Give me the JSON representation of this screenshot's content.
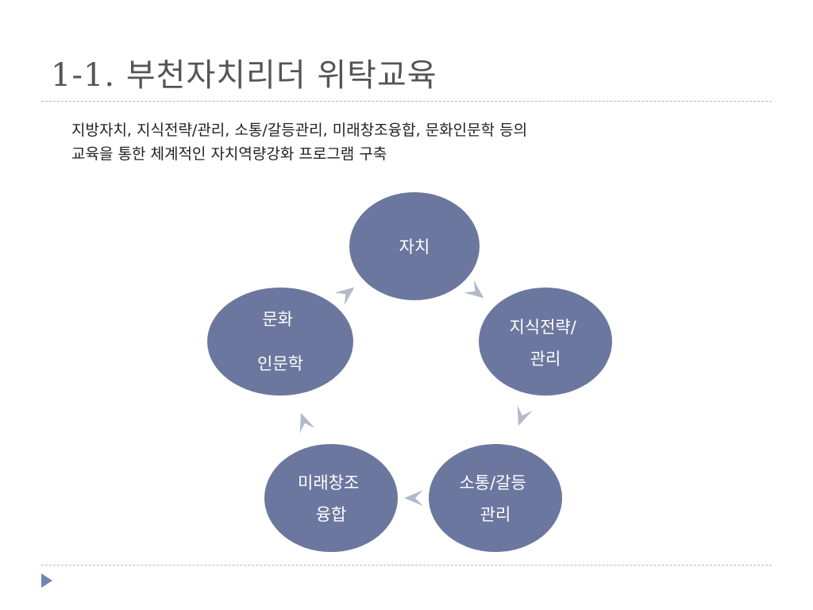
{
  "slide": {
    "title": "1-1. 부천자치리더 위탁교육",
    "subtitle_lines": [
      "지방자치, 지식전략/관리, 소통/갈등관리, 미래창조융합, 문화인문학 등의",
      "교육을 통한 체계적인 자치역량강화 프로그램 구축"
    ]
  },
  "diagram": {
    "type": "cycle",
    "node_color": "#6c779f",
    "arrow_color": "#b2bac9",
    "nodes": [
      {
        "lines": [
          "자치"
        ]
      },
      {
        "lines": [
          "지식전략/",
          "관리"
        ]
      },
      {
        "lines": [
          "소통/갈등",
          "관리"
        ]
      },
      {
        "lines": [
          "미래창조",
          "융합"
        ]
      },
      {
        "lines": [
          "문화",
          "인문학"
        ]
      }
    ]
  },
  "colors": {
    "title": "#555555",
    "rule": "#a9b8c6",
    "nav_arrow": "#6f87b0"
  }
}
